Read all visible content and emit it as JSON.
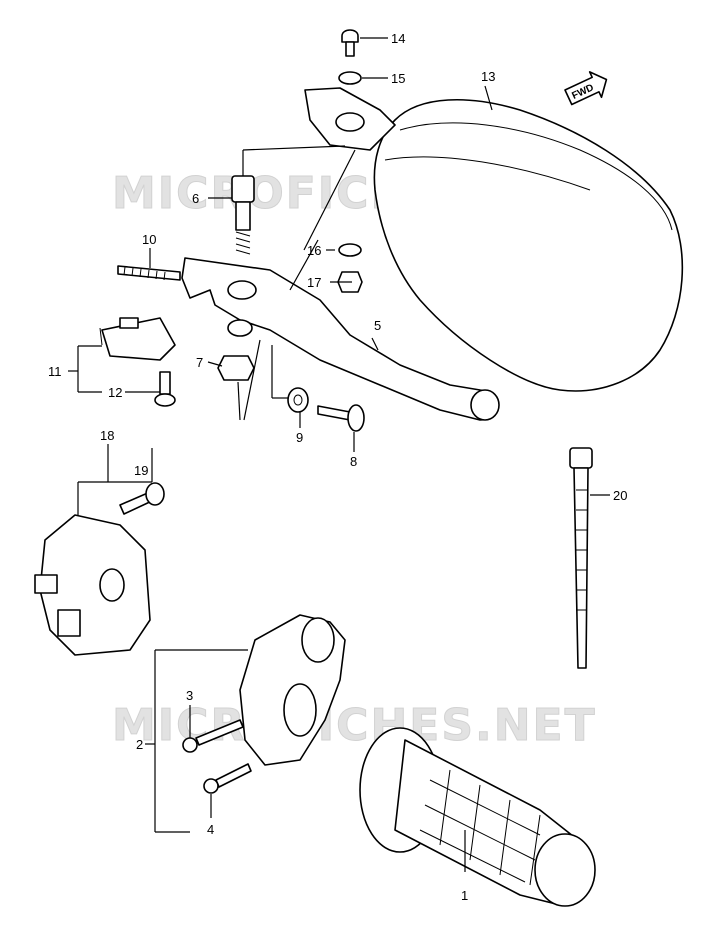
{
  "watermark": {
    "top": "MICROFICHES.NET",
    "bottom": "MICROFICHES.NET"
  },
  "direction_badge": {
    "text": "FWD",
    "icon": "arrow-right-icon"
  },
  "callouts": {
    "p1": "1",
    "p2": "2",
    "p3": "3",
    "p4": "4",
    "p5": "5",
    "p6": "6",
    "p7": "7",
    "p8": "8",
    "p9": "9",
    "p10": "10",
    "p11": "11",
    "p12": "12",
    "p13": "13",
    "p14": "14",
    "p15": "15",
    "p16": "16",
    "p17": "17",
    "p18": "18",
    "p19": "19",
    "p20": "20"
  }
}
